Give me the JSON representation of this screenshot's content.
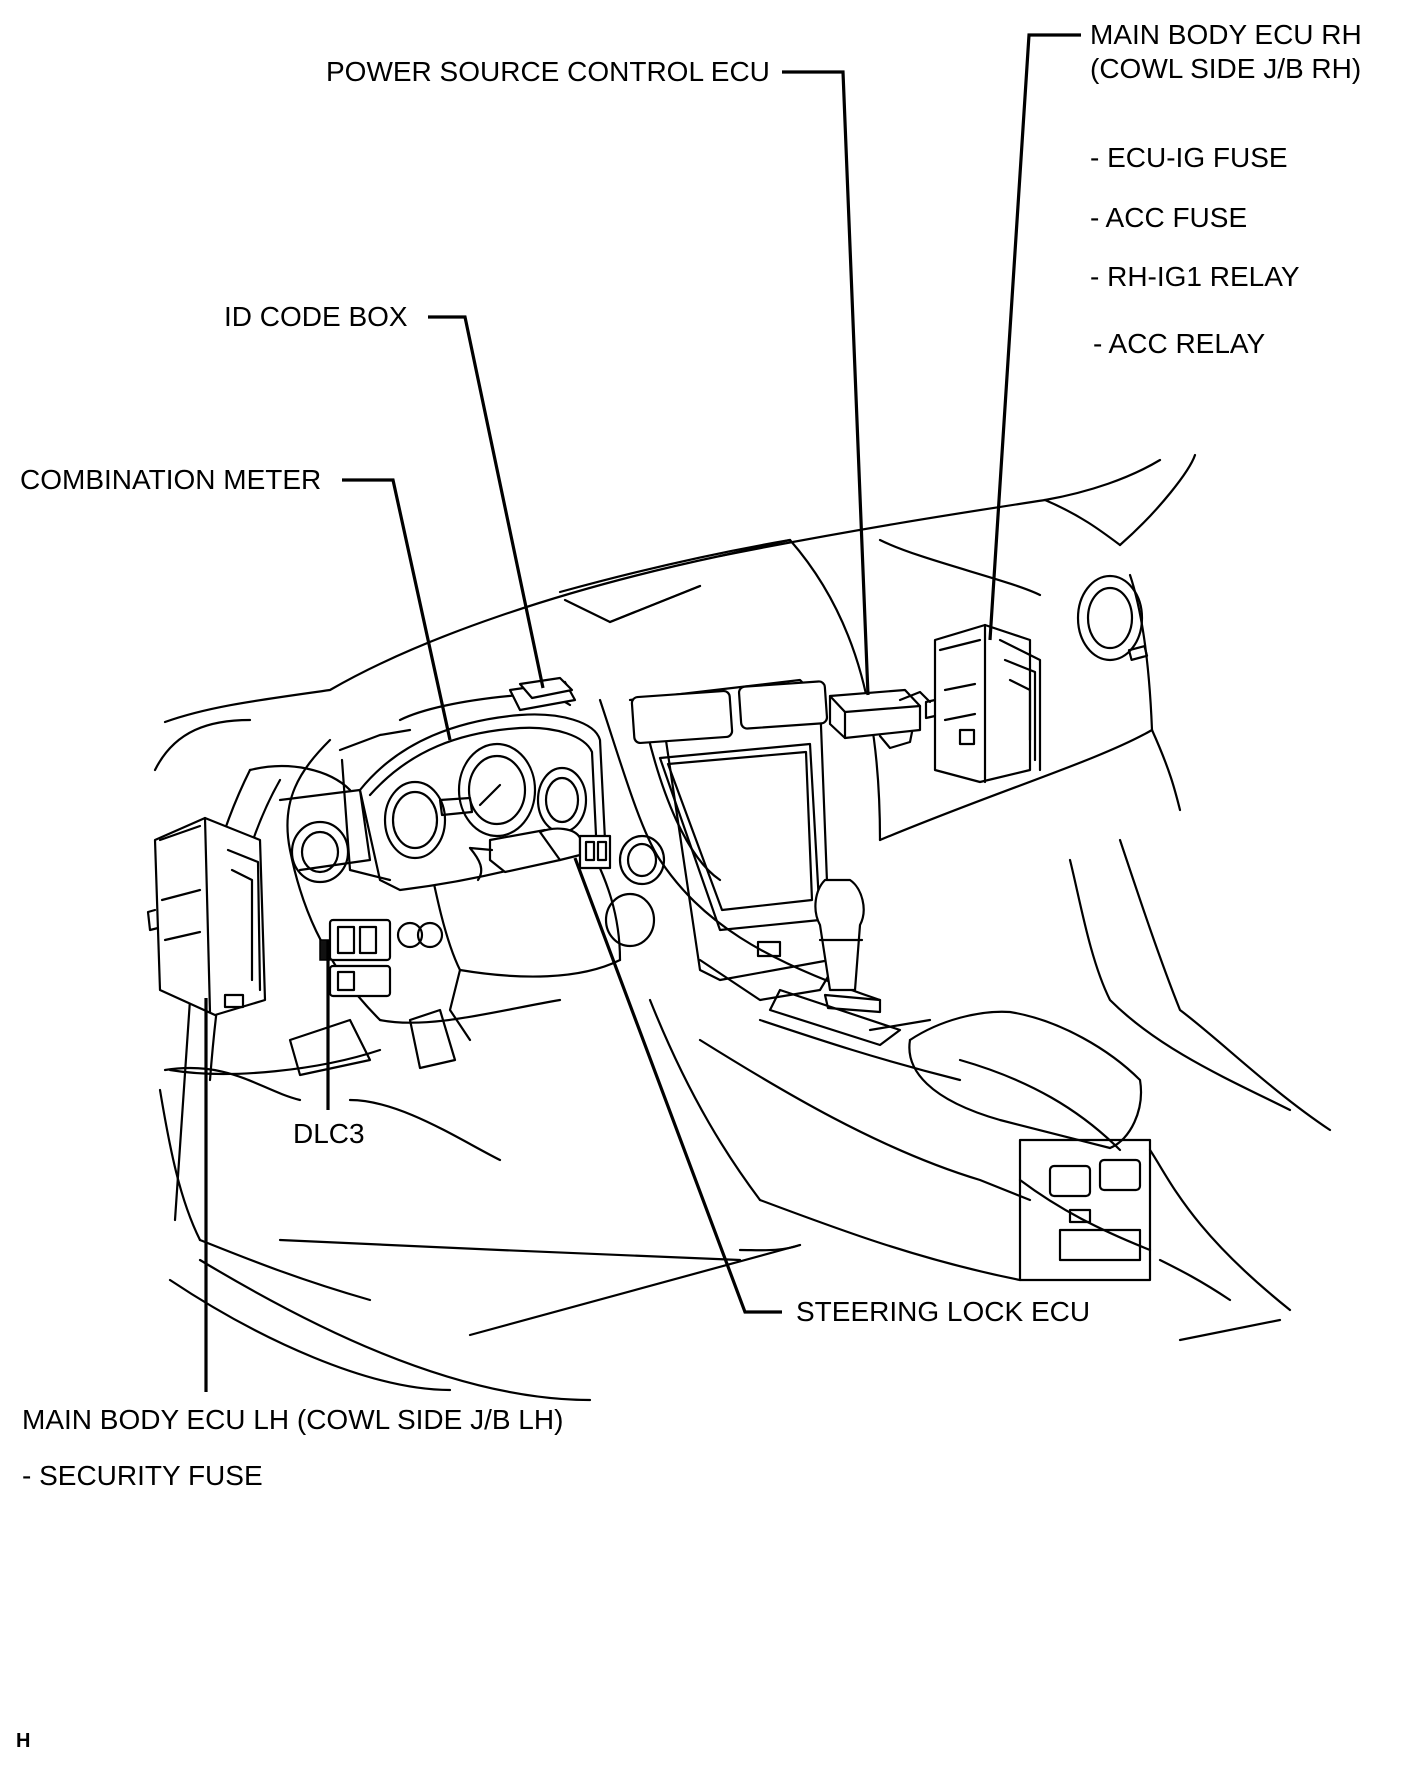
{
  "labels": {
    "power_source_control_ecu": "POWER SOURCE CONTROL ECU",
    "main_body_ecu_rh_line1": "MAIN BODY ECU RH",
    "main_body_ecu_rh_line2": "(COWL SIDE J/B RH)",
    "rh_items": [
      "- ECU-IG FUSE",
      "- ACC FUSE",
      "- RH-IG1 RELAY",
      "- ACC RELAY"
    ],
    "id_code_box": "ID CODE BOX",
    "combination_meter": "COMBINATION METER",
    "dlc3": "DLC3",
    "steering_lock_ecu": "STEERING LOCK ECU",
    "main_body_ecu_lh": "MAIN BODY ECU LH (COWL SIDE J/B LH)",
    "lh_items": [
      "- SECURITY FUSE"
    ],
    "corner_mark": "H"
  }
}
